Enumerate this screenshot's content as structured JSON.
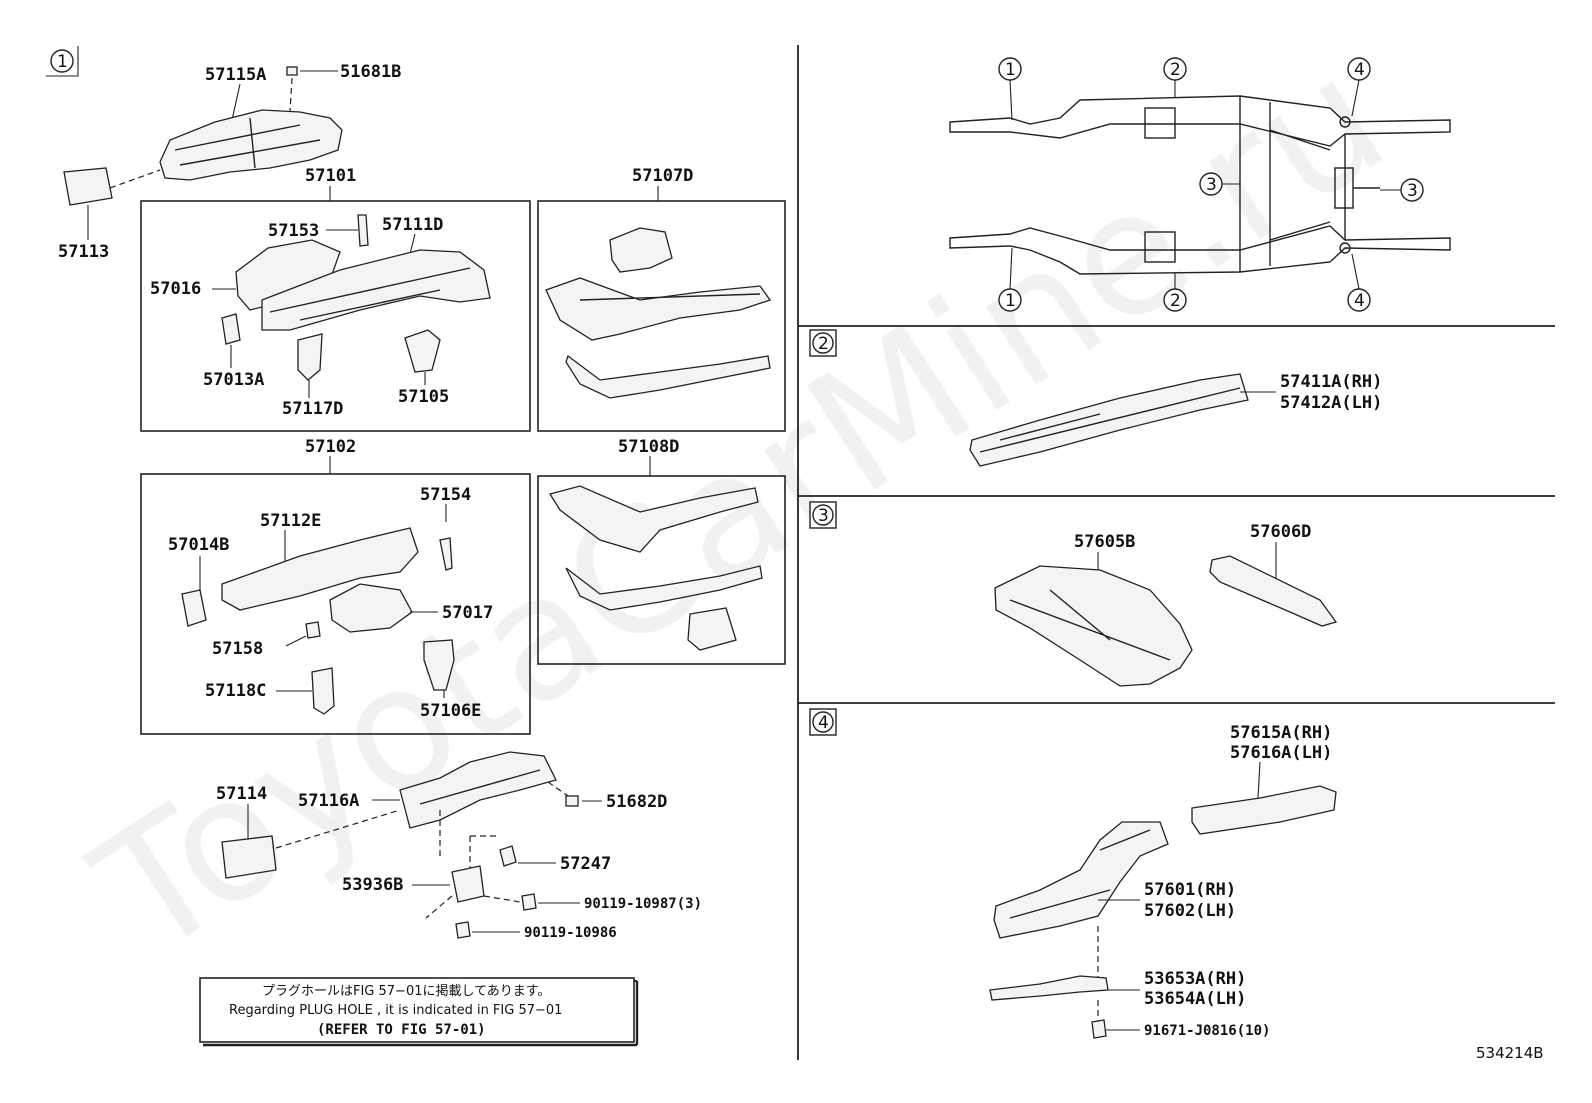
{
  "watermark": "ToyotaCarMine.ru",
  "image_code": "534214B",
  "section_markers": [
    "1",
    "2",
    "3",
    "4"
  ],
  "left_panel": {
    "top_group": {
      "labels": [
        "57115A",
        "51681B",
        "57113"
      ]
    },
    "box_57101": {
      "title": "57101",
      "labels": [
        "57153",
        "57111D",
        "57016",
        "57013A",
        "57117D",
        "57105"
      ]
    },
    "box_57107D": {
      "title": "57107D"
    },
    "box_57102": {
      "title": "57102",
      "labels": [
        "57154",
        "57112E",
        "57014B",
        "57017",
        "57158",
        "57118C",
        "57106E"
      ]
    },
    "box_57108D": {
      "title": "57108D"
    },
    "bottom_group": {
      "labels": [
        "57114",
        "57116A",
        "51682D",
        "57247",
        "53936B",
        "90119-10987(3)",
        "90119-10986"
      ]
    },
    "note": {
      "line1": "プラグホールはFIG 57−01に掲載してあります。",
      "line2": "Regarding  PLUG  HOLE , it is indicated in  FIG  57−01",
      "line3": "(REFER  TO  FIG  57-01)"
    }
  },
  "right_panel": {
    "overview_callouts": [
      "1",
      "2",
      "3",
      "4"
    ],
    "section2": {
      "labels": [
        "57411A(RH)",
        "57412A(LH)"
      ]
    },
    "section3": {
      "labels": [
        "57605B",
        "57606D"
      ]
    },
    "section4": {
      "labels": [
        "57615A(RH)",
        "57616A(LH)",
        "57601(RH)",
        "57602(LH)",
        "53653A(RH)",
        "53654A(LH)",
        "91671-J0816(10)"
      ]
    }
  }
}
